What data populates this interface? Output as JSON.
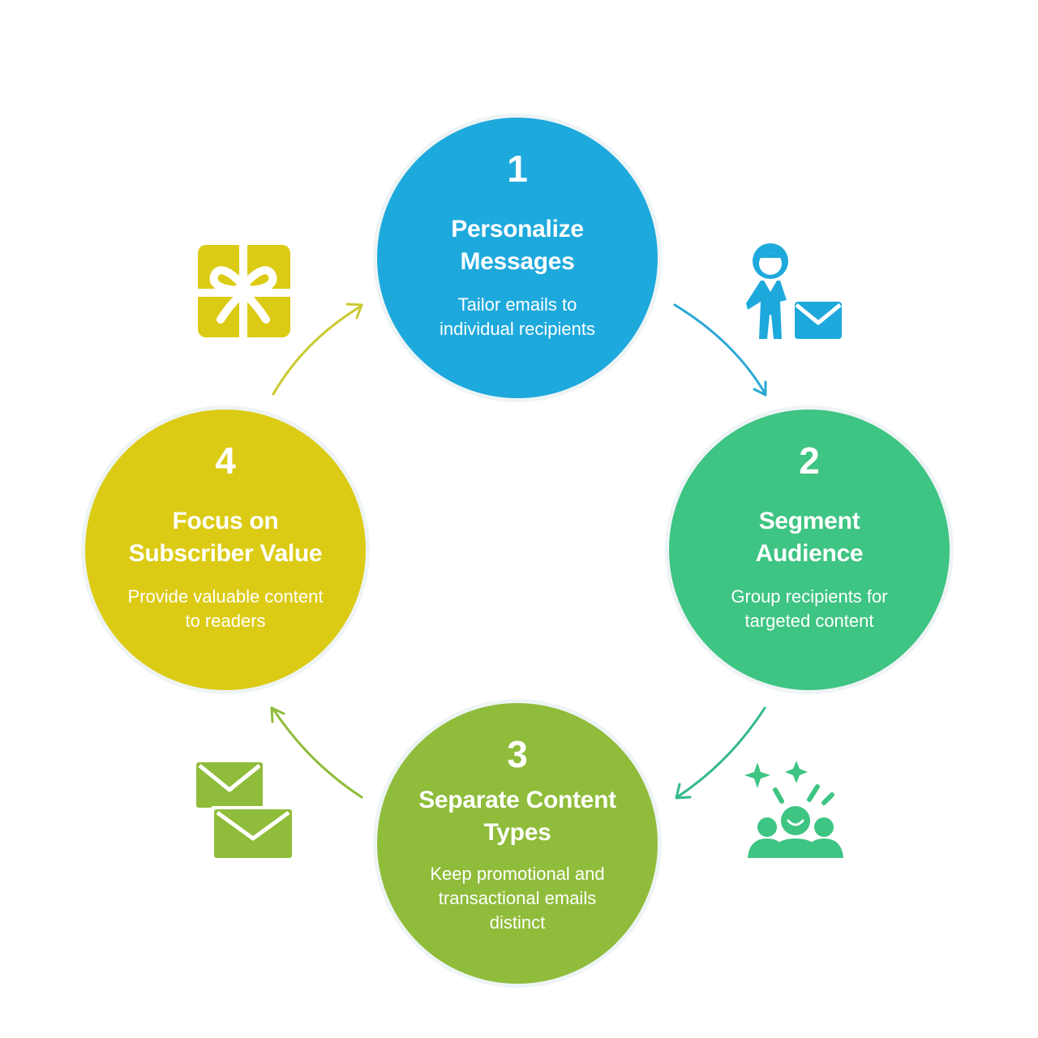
{
  "colors": {
    "step1": "#1ea9dc",
    "step2": "#3ec483",
    "step3": "#8fbc3a",
    "step4": "#dccb14",
    "arrow12": "#2aa8d6",
    "arrow23": "#33b98d",
    "arrow34": "#8fbc3a",
    "arrow41": "#c9c930"
  },
  "steps": [
    {
      "number": "1",
      "title_line1": "Personalize",
      "title_line2": "Messages",
      "desc_line1": "Tailor emails to",
      "desc_line2": "individual recipients",
      "desc_line3": "",
      "icon": "person-with-envelope-icon"
    },
    {
      "number": "2",
      "title_line1": "Segment",
      "title_line2": "Audience",
      "desc_line1": "Group recipients for",
      "desc_line2": "targeted content",
      "desc_line3": "",
      "icon": "celebrating-group-icon"
    },
    {
      "number": "3",
      "title_line1": "Separate Content",
      "title_line2": "Types",
      "desc_line1": "Keep promotional and",
      "desc_line2": "transactional emails",
      "desc_line3": "distinct",
      "icon": "two-envelopes-icon"
    },
    {
      "number": "4",
      "title_line1": "Focus on",
      "title_line2": "Subscriber Value",
      "desc_line1": "Provide valuable content",
      "desc_line2": "to readers",
      "desc_line3": "",
      "icon": "gift-icon"
    }
  ]
}
